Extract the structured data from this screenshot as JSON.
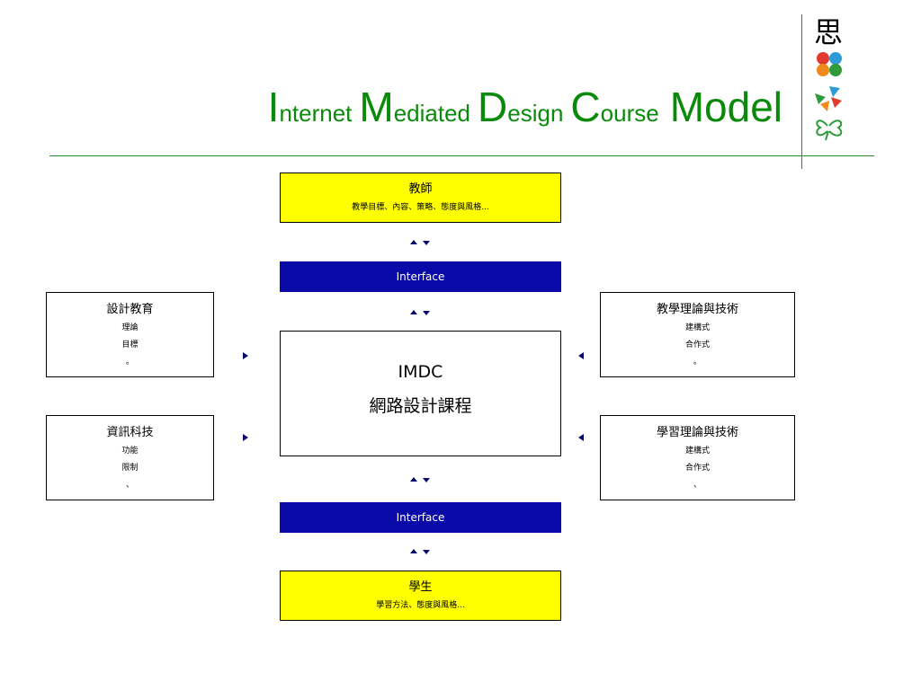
{
  "title": {
    "segments": [
      {
        "cap": "I",
        "rest": "nternet"
      },
      {
        "cap": "M",
        "rest": "ediated"
      },
      {
        "cap": "D",
        "rest": "esign"
      },
      {
        "cap": "C",
        "rest": "ourse"
      }
    ],
    "last_word": "Model"
  },
  "logo": {
    "character": "思",
    "colors": {
      "red": "#e23b2e",
      "blue": "#2f9bd6",
      "green": "#2e9a3a",
      "orange": "#f08a1c"
    }
  },
  "teacher": {
    "title": "教師",
    "subtitle": "教學目標、內容、策略、態度與風格..."
  },
  "interface_top": "Interface",
  "interface_bottom": "Interface",
  "student": {
    "title": "學生",
    "subtitle": "學習方法、態度與風格..."
  },
  "center": {
    "line1": "IMDC",
    "line2": "網路設計課程"
  },
  "left_boxes": [
    {
      "title": "設計教育",
      "items": [
        "理論",
        "目標",
        "。"
      ]
    },
    {
      "title": "資訊科技",
      "items": [
        "功能",
        "限制",
        "、"
      ]
    }
  ],
  "right_boxes": [
    {
      "title": "教學理論與技術",
      "items": [
        "建構式",
        "合作式",
        "。"
      ]
    },
    {
      "title": "學習理論與技術",
      "items": [
        "建構式",
        "合作式",
        "、"
      ]
    }
  ],
  "colors": {
    "title_green": "#0a8a0a",
    "yellow": "#ffff00",
    "interface_blue": "#0a0aa8",
    "arrow": "#0a0a6e"
  }
}
